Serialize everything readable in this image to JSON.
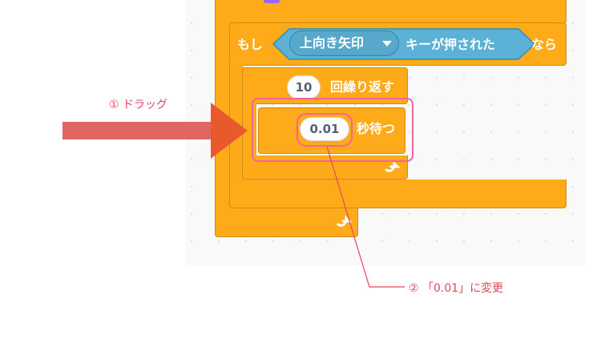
{
  "blocks": {
    "if_if": "もし",
    "key_dropdown_value": "上向き矢印",
    "key_pressed_label": "キーが押された",
    "if_then": "なら",
    "repeat_count": "10",
    "repeat_label": "回繰り返す",
    "wait_seconds": "0.01",
    "wait_label": "秒待つ"
  },
  "annotations": {
    "drag_note": "① ドラッグ",
    "change_note": "② 「0.01」に変更"
  },
  "colors": {
    "control_block": "#ffab19",
    "sensing_block": "#5cb1d6",
    "highlight": "#f0669a",
    "arrow": "#e06666",
    "annotation_text": "#e5455e"
  },
  "icons": {
    "repeat_loop_icon": "arrow-loop-icon",
    "dropdown_icon": "caret-down-icon"
  }
}
